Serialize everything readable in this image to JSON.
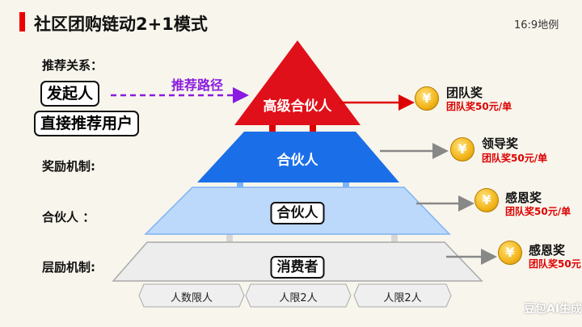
{
  "title": "社区团购链动2+1模式",
  "ratio": "16:9地例",
  "left": {
    "relation_label": "推荐关系：",
    "initiator": "发起人",
    "direct_user": "直接推荐用户",
    "reward_label": "奖励机制:",
    "partner_label": "合伙人 ：",
    "tier_label": "层励机制:"
  },
  "path_label": "推荐路径",
  "tiers": [
    "高级合伙人",
    "合伙人",
    "合伙人",
    "消费者"
  ],
  "base_labels": [
    "人数限人",
    "人限2人",
    "人限2人"
  ],
  "rewards": [
    {
      "name": "团队奖",
      "detail": "团队奖50元/单"
    },
    {
      "name": "领导奖",
      "detail": "团队奖50元/单"
    },
    {
      "name": "感恩奖",
      "detail": "团队奖50元/单"
    },
    {
      "name": "感恩奖",
      "detail": "团队奖50元"
    }
  ],
  "coin_symbol": "¥",
  "watermark": "豆包AI生成",
  "colors": {
    "red": "#e0101a",
    "blue": "#1a6fe8",
    "lightblue": "#bcd9fb",
    "gray": "#ececec",
    "purple": "#8a1be0"
  }
}
